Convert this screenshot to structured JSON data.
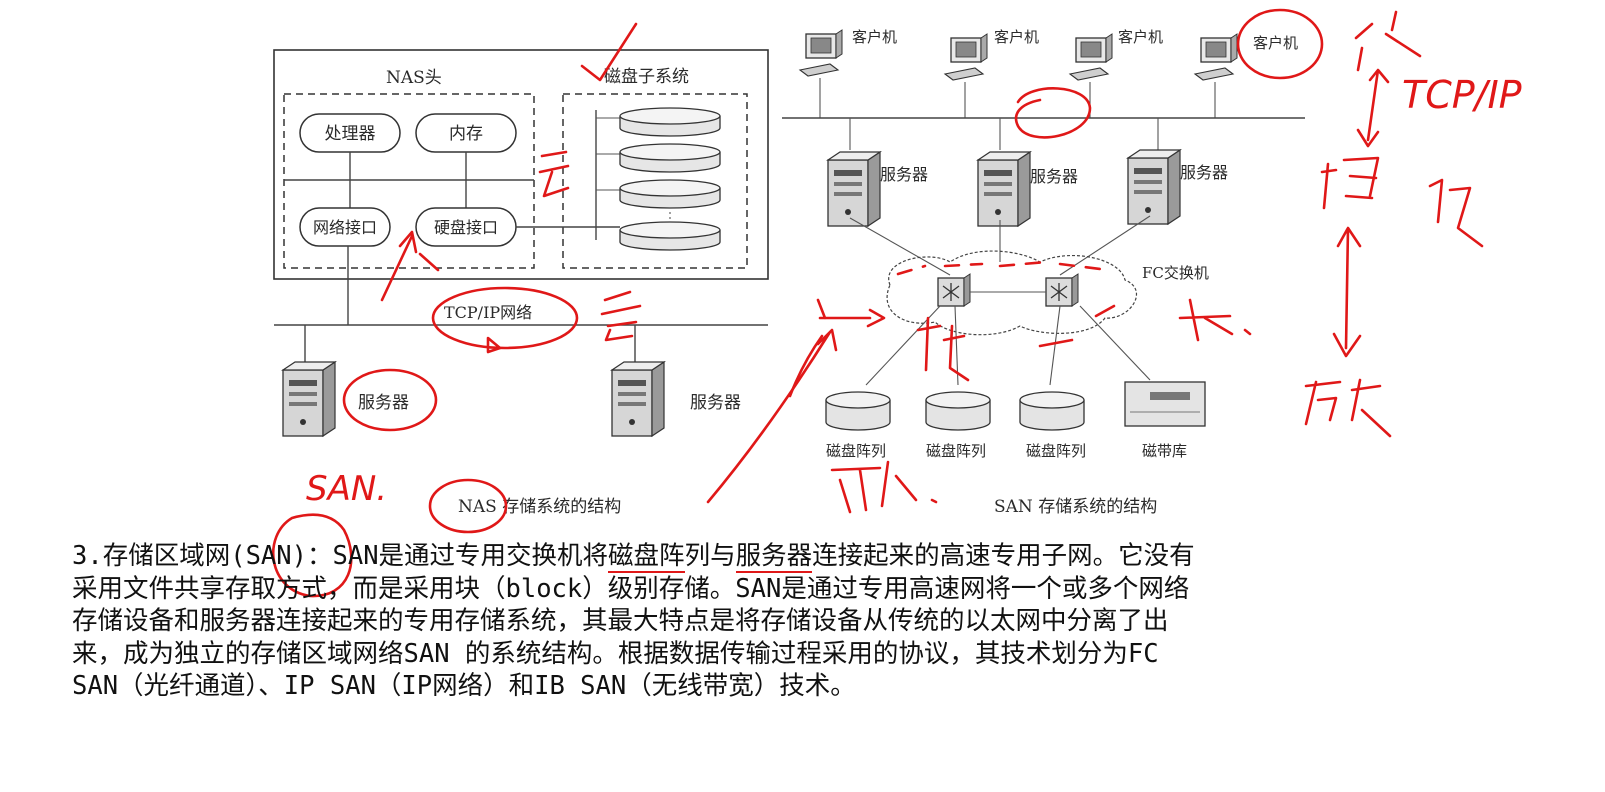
{
  "nas": {
    "head_label": "NAS头",
    "processor": "处理器",
    "memory": "内存",
    "net_interface": "网络接口",
    "disk_interface": "硬盘接口",
    "disk_subsystem": "磁盘子系统",
    "network": "TCP/IP网络",
    "server_left": "服务器",
    "server_right": "服务器",
    "caption": "NAS 存储系统的结构"
  },
  "san": {
    "clients": [
      "客户机",
      "客户机",
      "客户机",
      "客户机"
    ],
    "servers": [
      "服务器",
      "服务器",
      "服务器"
    ],
    "fc_switch": "FC交换机",
    "storage": [
      "磁盘阵列",
      "磁盘阵列",
      "磁盘阵列",
      "磁带库"
    ],
    "caption": "SAN 存储系统的结构"
  },
  "annotations": {
    "san_note": "SAN.",
    "tcp_note": "TCP/IP"
  },
  "paragraph": {
    "lines": [
      [
        "3.存储区域网",
        "(SAN)",
        "：SAN是通过专用交换机将",
        "磁盘阵",
        "列与",
        "服务器",
        "连接起来的高速专用子网。它没有"
      ],
      "采用文件共享存取方式，而是采用块（block）级别存储。SAN是通过专用高速网将一个或多个网络",
      "存储设备和服务器连接起来的专用存储系统，其最大特点是将存储设备从传统的以太网中分离了出",
      "来，成为独立的存储区域网络SAN 的系统结构。根据数据传输过程采用的协议，其技术划分为FC",
      "SAN（光纤通道）、IP SAN（IP网络）和IB SAN（无线带宽）技术。"
    ]
  },
  "colors": {
    "ink": "#e01818",
    "diagram": "#333333"
  }
}
